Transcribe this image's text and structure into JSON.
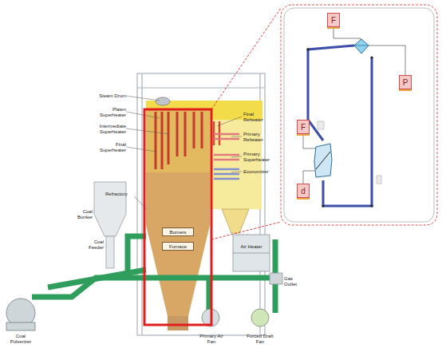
{
  "diagram": {
    "nodes": [
      {
        "text": [
          "F"
        ]
      },
      {
        "text": [
          "P"
        ]
      },
      {
        "text": [
          "F"
        ]
      },
      {
        "text": [
          "d"
        ]
      },
      {
        "text": [
          "Burners"
        ]
      },
      {
        "text": [
          "Furnace"
        ]
      }
    ],
    "labels": [
      "Steam Drum",
      "Platen Superheater",
      "Intermediate Superheater",
      "Final Superheater",
      "Final Reheater",
      "Primary Reheater",
      "Primary Superheater",
      "Economizer",
      "Refractory",
      "Coal Bunker",
      "Coal Feeder",
      "Air Heater",
      "Gas Outlet",
      "Coal Pulverizer",
      "Primary Air Fan",
      "Forced Draft Fan"
    ]
  }
}
